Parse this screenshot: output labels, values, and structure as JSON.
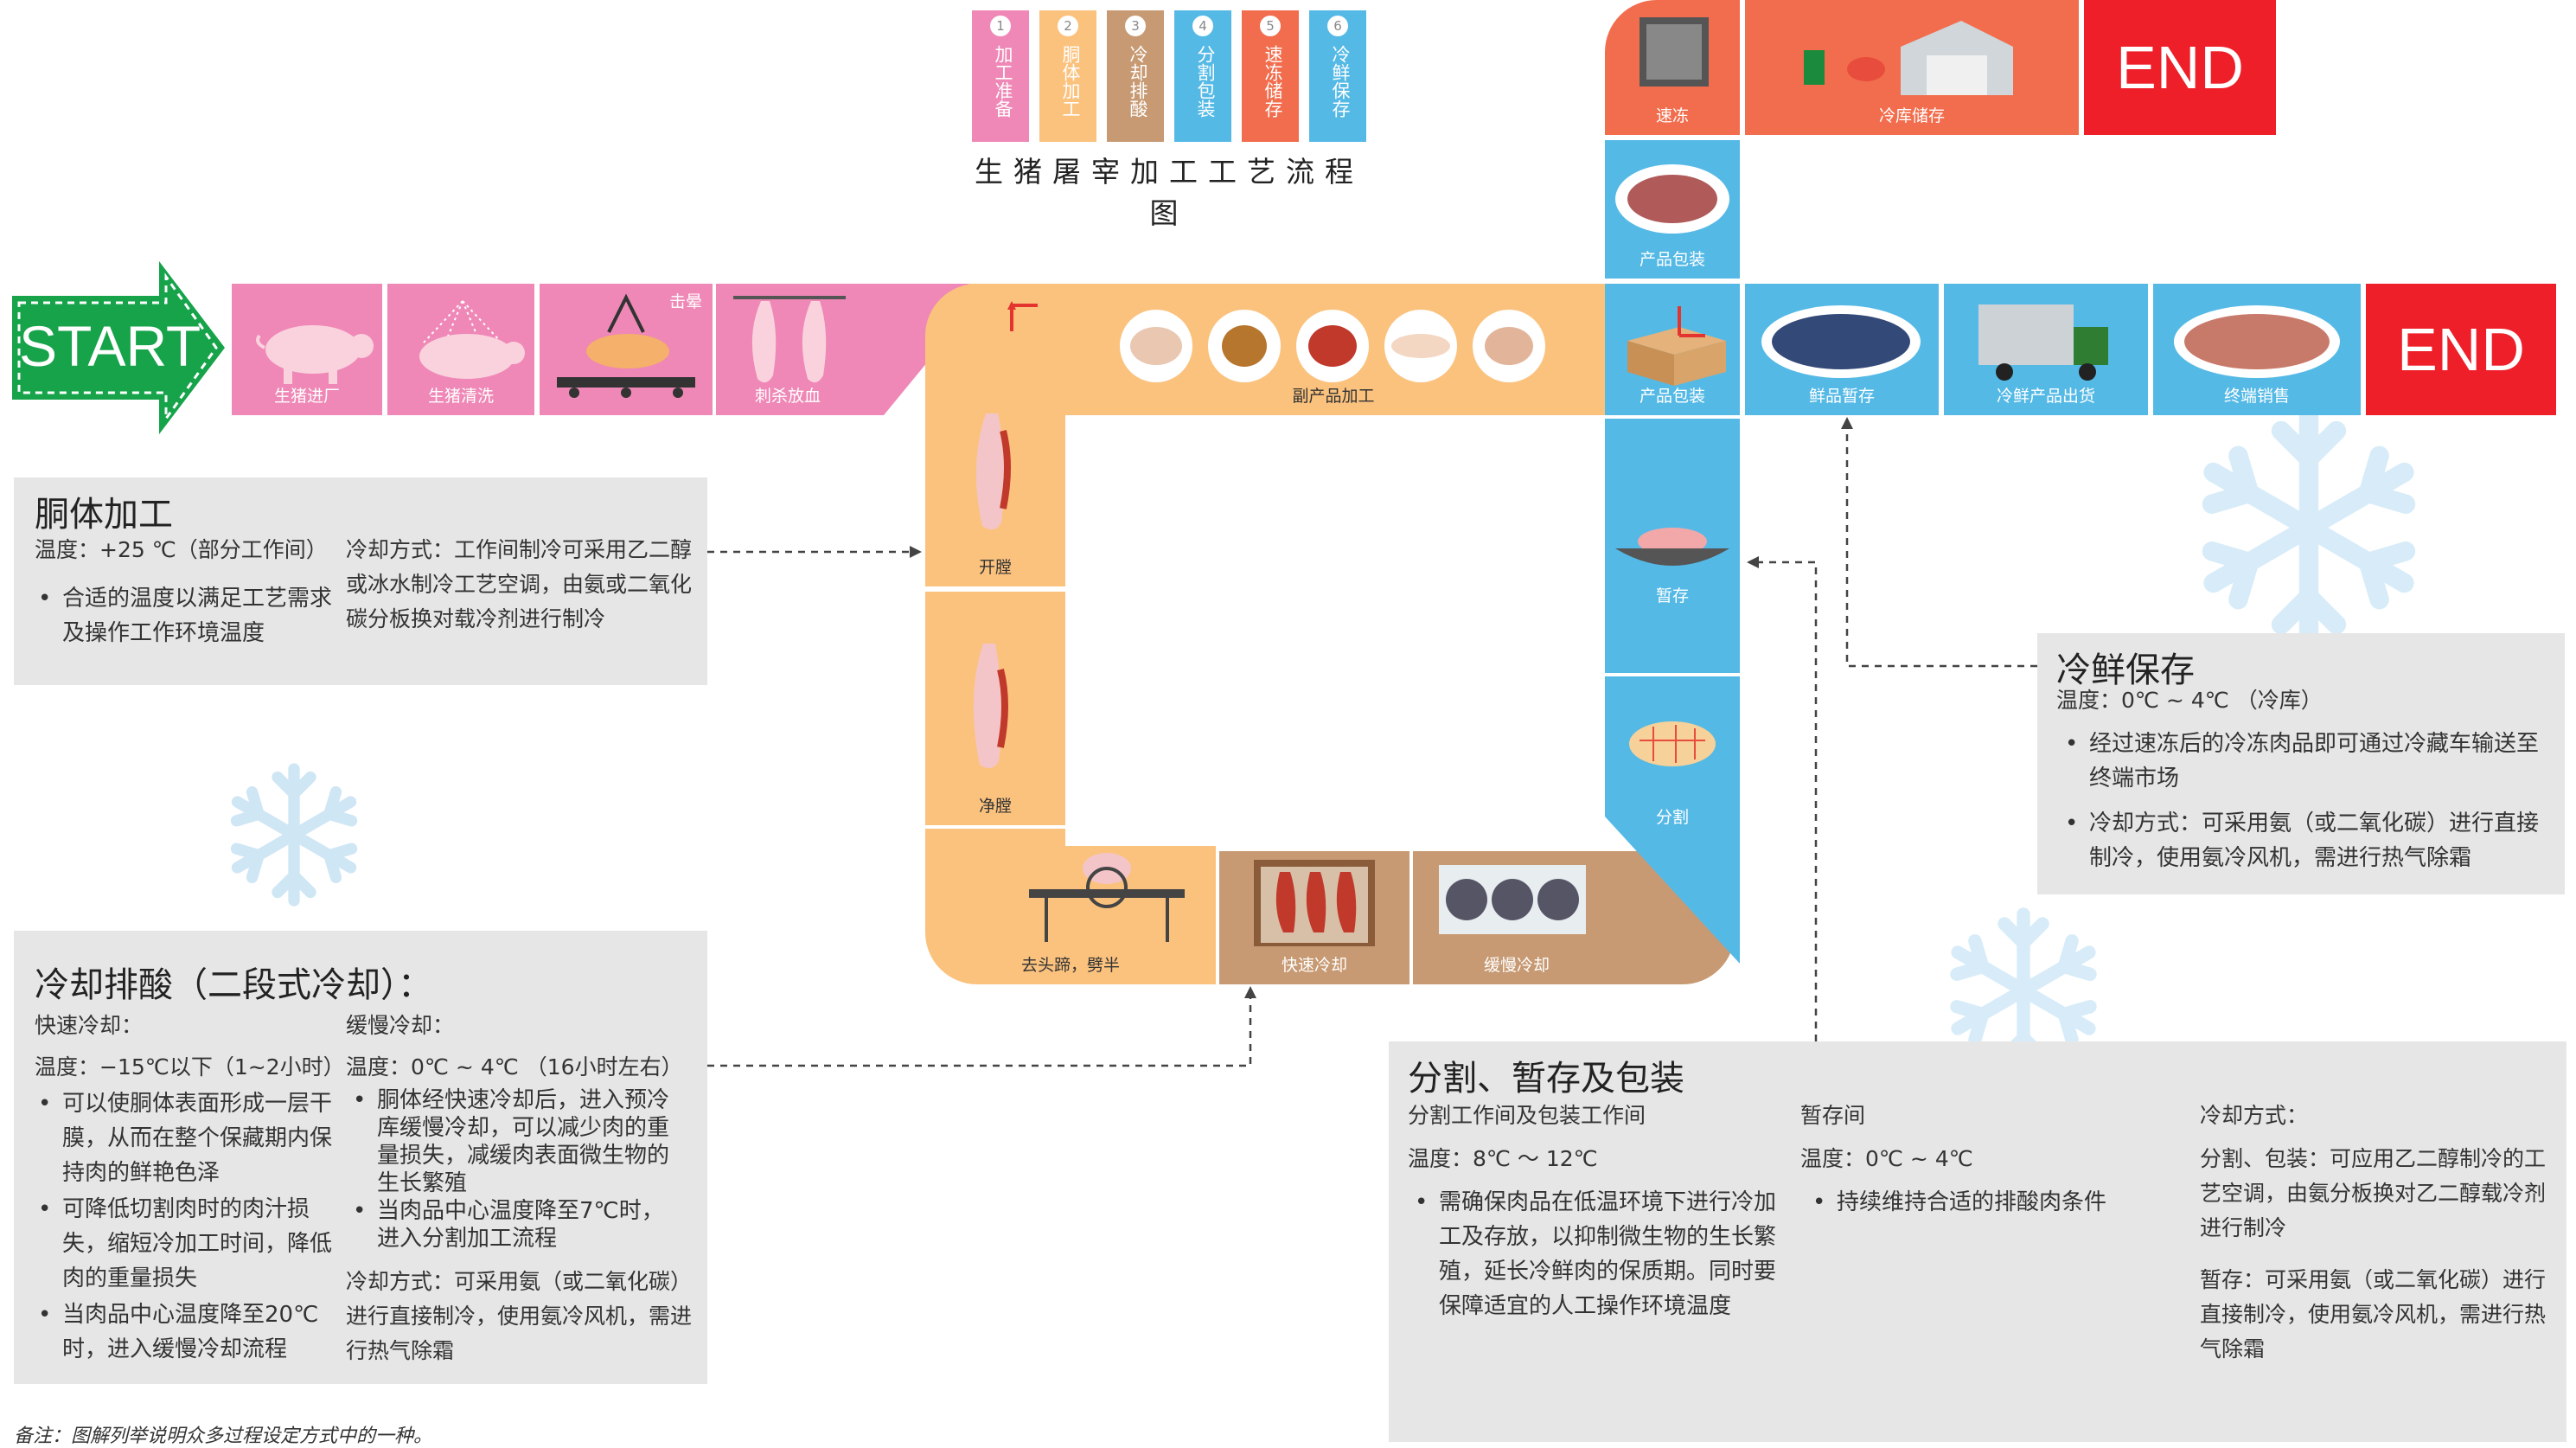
{
  "title": "生猪屠宰加工工艺流程图",
  "legend": [
    {
      "num": "1",
      "label": "加工准备",
      "color": "#ef88b6"
    },
    {
      "num": "2",
      "label": "胴体加工",
      "color": "#fbc27e"
    },
    {
      "num": "3",
      "label": "冷却排酸",
      "color": "#c79a73"
    },
    {
      "num": "4",
      "label": "分割包装",
      "color": "#55b9e6"
    },
    {
      "num": "5",
      "label": "速冻储存",
      "color": "#f26d4d"
    },
    {
      "num": "6",
      "label": "冷鲜保存",
      "color": "#55b9e6"
    }
  ],
  "start_label": "START",
  "end_label": "END",
  "steps": {
    "pig_in": "生猪进厂",
    "pig_wash": "生猪清洗",
    "stun": "击晕",
    "kill": "刺杀放血",
    "open": "开膛",
    "clean": "净膛",
    "byproduct": "副产品加工",
    "head": "去头蹄，劈半",
    "fast_cool": "快速冷却",
    "slow_cool": "缓慢冷却",
    "cut": "分割",
    "temp_store": "暂存",
    "pack1": "产品包装",
    "pack2": "产品包装",
    "freeze": "速冻",
    "cold_store": "冷库储存",
    "fresh_store": "鲜品暂存",
    "ship": "冷鲜产品出货",
    "sale": "终端销售"
  },
  "box_carcass": {
    "title": "胴体加工",
    "temp": "温度：+25 ℃（部分工作间）",
    "bullet": "合适的温度以满足工艺需求及操作工作环境温度",
    "cooling": "冷却方式：工作间制冷可采用乙二醇或冰水制冷工艺空调，由氨或二氧化碳分板换对载冷剂进行制冷"
  },
  "box_cooling": {
    "title": "冷却排酸（二段式冷却）：",
    "fast_title": "快速冷却：",
    "fast_temp": "温度：−15℃以下（1~2小时）",
    "fast_b1": "可以使胴体表面形成一层干膜，从而在整个保藏期内保持肉的鲜艳色泽",
    "fast_b2": "可降低切割肉时的肉汁损失，缩短冷加工时间，降低肉的重量损失",
    "fast_b3": "当肉品中心温度降至20℃时，进入缓慢冷却流程",
    "slow_title": "缓慢冷却：",
    "slow_temp": "温度：0℃ ~ 4℃ （16小时左右）",
    "slow_b1": "胴体经快速冷却后，进入预冷库缓慢冷却，可以减少肉的重量损失，减缓肉表面微生物的生长繁殖",
    "slow_b2": "当肉品中心温度降至7℃时，进入分割加工流程",
    "slow_cooling": "冷却方式：可采用氨（或二氧化碳）进行直接制冷，使用氨冷风机，需进行热气除霜"
  },
  "box_fresh": {
    "title": "冷鲜保存",
    "temp": "温度：0℃ ~ 4℃ （冷库）",
    "b1": "经过速冻后的冷冻肉品即可通过冷藏车输送至终端市场",
    "b2": "冷却方式：可采用氨（或二氧化碳）进行直接制冷，使用氨冷风机，需进行热气除霜"
  },
  "box_cut": {
    "title": "分割、暂存及包装",
    "col1_title": "分割工作间及包装工作间",
    "col1_temp": "温度：8℃ ～ 12℃",
    "col1_b1": "需确保肉品在低温环境下进行冷加工及存放，以抑制微生物的生长繁殖，延长冷鲜肉的保质期。同时要保障适宜的人工操作环境温度",
    "col2_title": "暂存间",
    "col2_temp": "温度：0℃ ~ 4℃",
    "col2_b1": "持续维持合适的排酸肉条件",
    "col3_title": "冷却方式：",
    "col3_p1": "分割、包装：可应用乙二醇制冷的工艺空调，由氨分板换对乙二醇载冷剂进行制冷",
    "col3_p2": "暂存：可采用氨（或二氧化碳）进行直接制冷，使用氨冷风机，需进行热气除霜"
  },
  "footnote": "备注：图解列举说明众多过程设定方式中的一种。"
}
